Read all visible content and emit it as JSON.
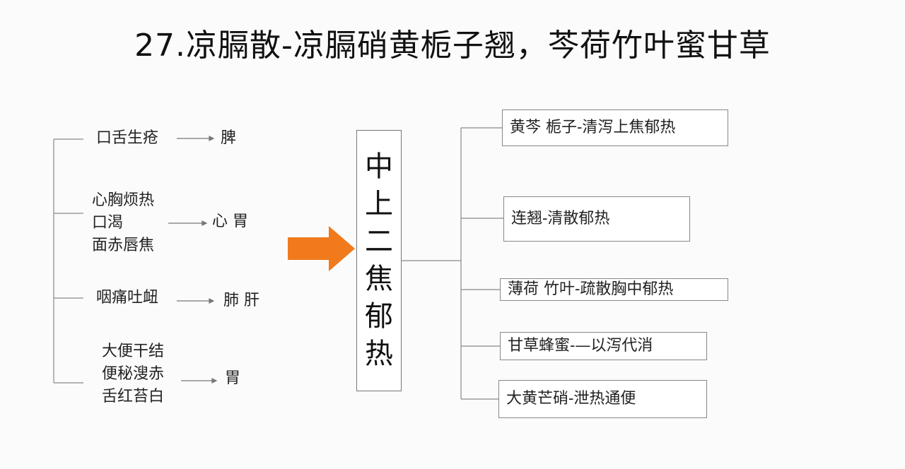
{
  "title": "27.凉膈散-凉膈硝黄栀子翘，芩荷竹叶蜜甘草",
  "symptoms": [
    {
      "lines": [
        "口舌生疮"
      ],
      "organ": "脾"
    },
    {
      "lines": [
        "心胸烦热",
        "口渴",
        "面赤唇焦"
      ],
      "organ": "心 胃"
    },
    {
      "lines": [
        "咽痛吐衄"
      ],
      "organ": "肺 肝"
    },
    {
      "lines": [
        "大便干结",
        "便秘溲赤",
        "舌红苔白"
      ],
      "organ": "胃"
    }
  ],
  "center": [
    "中",
    "上",
    "二",
    "焦",
    "郁",
    "热"
  ],
  "herbs": [
    "黄芩  栀子-清泻上焦郁热",
    "连翘-清散郁热",
    "薄荷  竹叶-疏散胸中郁热",
    "甘草蜂蜜-—以泻代消",
    "大黄芒硝-泄热通便"
  ],
  "colors": {
    "arrow": "#f07a1c",
    "line": "#777777",
    "box_border": "#888888"
  }
}
